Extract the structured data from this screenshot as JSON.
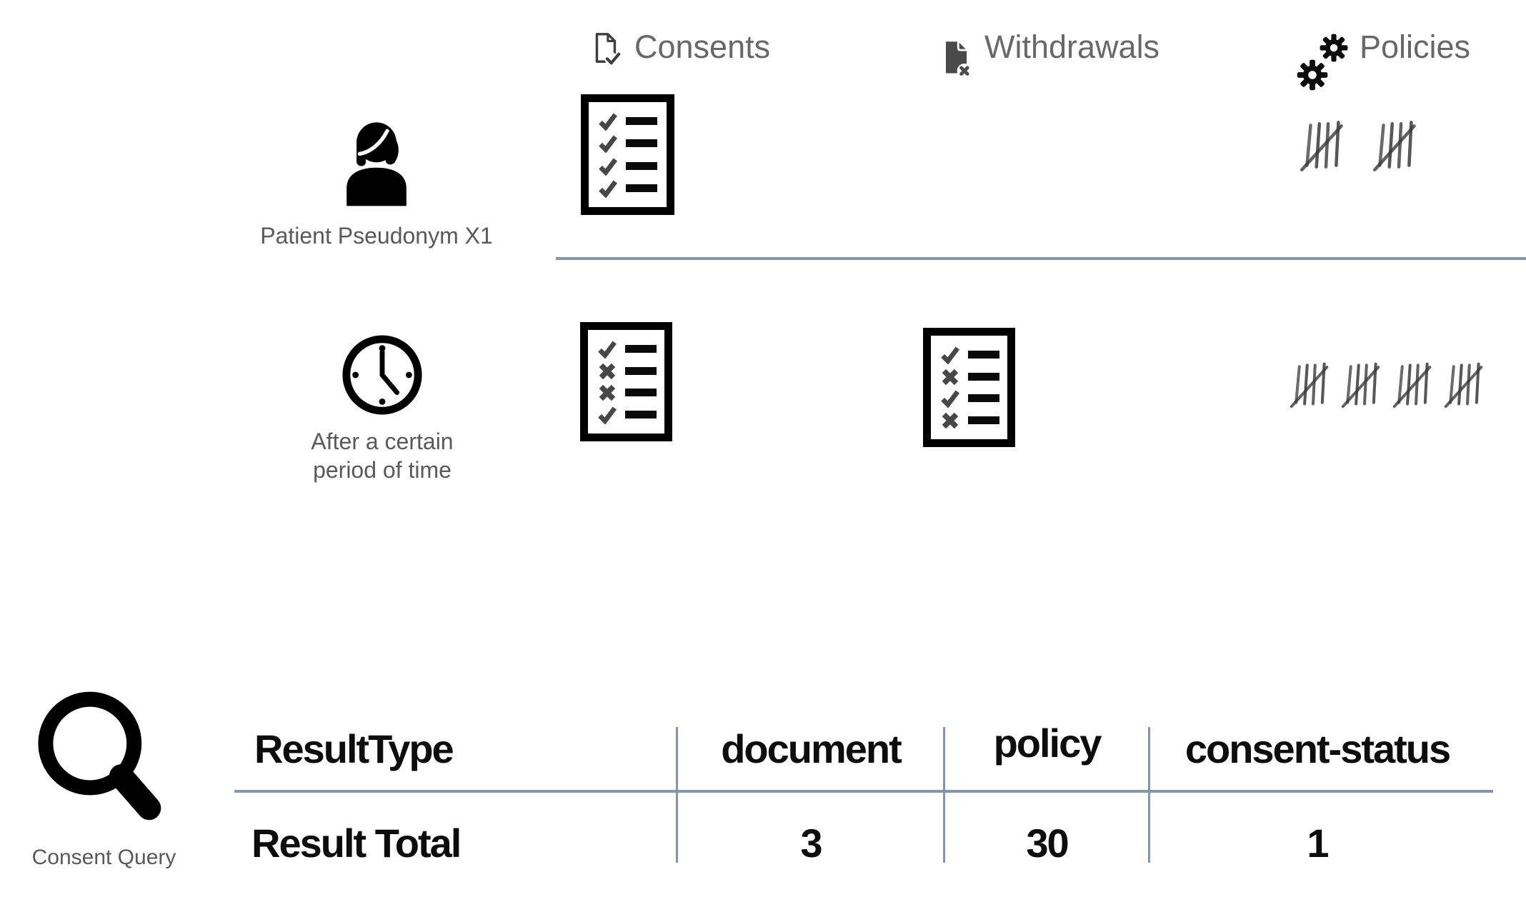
{
  "columns": {
    "consents": "Consents",
    "withdrawals": "Withdrawals",
    "policies": "Policies"
  },
  "row_patient": {
    "label": "Patient Pseudonym X1",
    "consents_checklist": [
      "check",
      "check",
      "check",
      "check"
    ],
    "policies_tally_groups": 2,
    "policies_tally_value": 10
  },
  "row_time": {
    "label_line1": "After a certain",
    "label_line2": "period of time",
    "consents_checklist": [
      "check",
      "cross",
      "cross",
      "check"
    ],
    "withdrawals_checklist": [
      "check",
      "cross",
      "check",
      "cross"
    ],
    "policies_tally_groups": 4,
    "policies_tally_value": 20
  },
  "query": {
    "label": "Consent Query"
  },
  "result_table": {
    "header": {
      "col0": "ResultType",
      "col1": "document",
      "col2": "policy",
      "col3": "consent-status"
    },
    "totals": {
      "col0": "Result Total",
      "col1": "3",
      "col2": "30",
      "col3": "1"
    }
  },
  "icons": {
    "consents": "document-check-icon",
    "withdrawals": "document-x-icon",
    "policies": "gears-icon",
    "patient": "person-icon",
    "time": "clock-icon",
    "query": "magnifier-icon"
  },
  "colors": {
    "divider": "#8494a9",
    "label_gray": "#595959",
    "header_gray": "#686868",
    "icon_black": "#000000",
    "mark_gray": "#474747"
  }
}
